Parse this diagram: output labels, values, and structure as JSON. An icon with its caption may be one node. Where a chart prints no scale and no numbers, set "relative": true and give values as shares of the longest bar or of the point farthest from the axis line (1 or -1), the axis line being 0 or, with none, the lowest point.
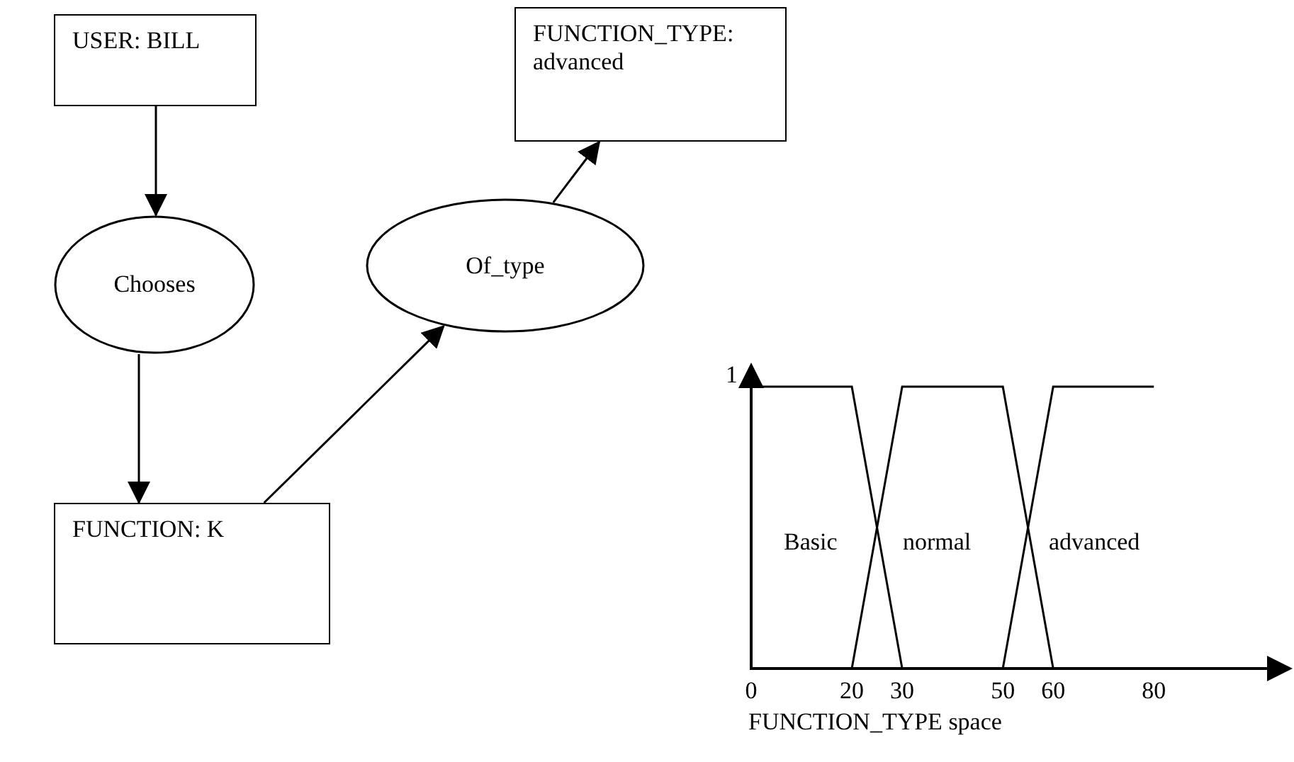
{
  "diagram": {
    "nodes": [
      {
        "text": [
          "USER: BILL"
        ]
      },
      {
        "text": [
          "Chooses"
        ]
      },
      {
        "text": [
          "FUNCTION: K"
        ]
      },
      {
        "text": [
          "Of_type"
        ]
      },
      {
        "text": [
          "FUNCTION_TYPE: advanced"
        ]
      }
    ],
    "edges": [
      {
        "from": 0,
        "to": 1,
        "arrow": "to"
      },
      {
        "from": 1,
        "to": 2,
        "arrow": "to"
      },
      {
        "from": 2,
        "to": 3,
        "arrow": "to"
      },
      {
        "from": 3,
        "to": 4,
        "arrow": "to"
      }
    ],
    "chart_data": {
      "type": "line",
      "xlabel": "FUNCTION_TYPE space",
      "x": [
        0,
        20,
        30,
        50,
        60,
        80
      ],
      "series": [
        {
          "name": "Basic",
          "color": "#000000",
          "values": [
            1,
            1,
            0,
            0,
            0,
            0
          ]
        },
        {
          "name": "normal",
          "color": "#000000",
          "values": [
            0,
            0,
            1,
            1,
            0,
            0
          ]
        },
        {
          "name": "advanced",
          "color": "#000000",
          "values": [
            0,
            0,
            0,
            0,
            1,
            1
          ]
        }
      ],
      "xticks": [
        0,
        20,
        30,
        50,
        60,
        80
      ],
      "xlim": [
        0,
        107
      ],
      "relative": true
    },
    "labels": [
      "1"
    ]
  }
}
